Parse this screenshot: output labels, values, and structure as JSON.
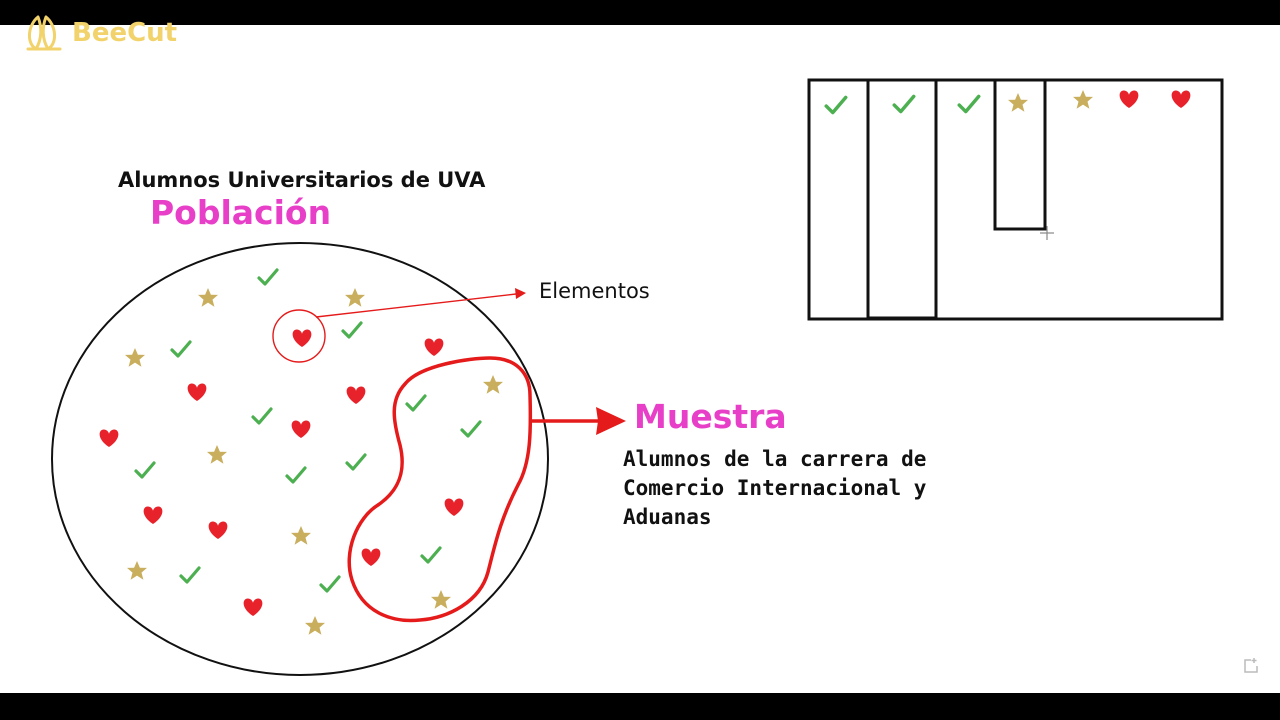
{
  "watermark": {
    "brand": "BeeCut",
    "icon": "bee-logo-icon"
  },
  "population": {
    "subtitle": "Alumnos Universitarios de UVA",
    "label": "Población"
  },
  "element_label": "Elementos",
  "sample": {
    "label": "Muestra",
    "description": "Alumnos de la carrera de Comercio Internacional y Aduanas"
  },
  "colors": {
    "magenta": "#e83fc9",
    "check": "#4caf50",
    "heart": "#e8222a",
    "star": "#c9ae5d",
    "outline_red": "#e51b1b"
  },
  "icons": [
    "check-icon",
    "heart-icon",
    "star-icon",
    "expand-icon"
  ]
}
